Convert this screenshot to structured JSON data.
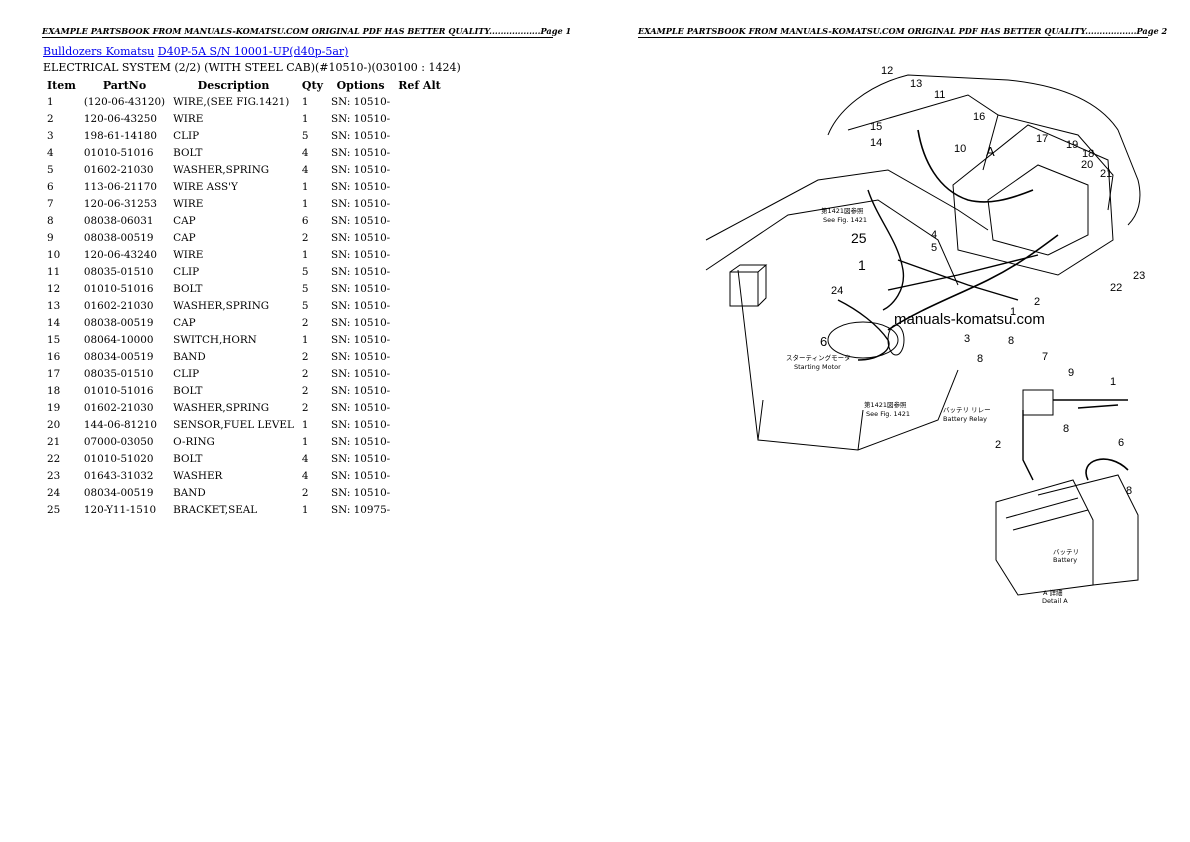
{
  "header": {
    "left": "EXAMPLE PARTSBOOK FROM MANUALS-KOMATSU.COM ORIGINAL PDF HAS BETTER QUALITY..................Page 1",
    "right": "EXAMPLE PARTSBOOK FROM MANUALS-KOMATSU.COM ORIGINAL PDF HAS BETTER QUALITY..................Page 2"
  },
  "breadcrumb": {
    "category": "Bulldozers Komatsu",
    "model": "D40P-5A S/N 10001-UP(d40p-5ar)"
  },
  "section_title": "ELECTRICAL SYSTEM (2/2) (WITH STEEL CAB)(#10510-)(030100 : 1424)",
  "table": {
    "headers": [
      "Item",
      "PartNo",
      "Description",
      "Qty",
      "Options",
      "Ref Alt"
    ],
    "rows": [
      [
        "1",
        "(120-06-43120)",
        "WIRE,(SEE FIG.1421)",
        "1",
        "SN: 10510-",
        ""
      ],
      [
        "2",
        "120-06-43250",
        "WIRE",
        "1",
        "SN: 10510-",
        ""
      ],
      [
        "3",
        "198-61-14180",
        "CLIP",
        "5",
        "SN: 10510-",
        ""
      ],
      [
        "4",
        "01010-51016",
        "BOLT",
        "4",
        "SN: 10510-",
        ""
      ],
      [
        "5",
        "01602-21030",
        "WASHER,SPRING",
        "4",
        "SN: 10510-",
        ""
      ],
      [
        "6",
        "113-06-21170",
        "WIRE ASS'Y",
        "1",
        "SN: 10510-",
        ""
      ],
      [
        "7",
        "120-06-31253",
        "WIRE",
        "1",
        "SN: 10510-",
        ""
      ],
      [
        "8",
        "08038-06031",
        "CAP",
        "6",
        "SN: 10510-",
        ""
      ],
      [
        "9",
        "08038-00519",
        "CAP",
        "2",
        "SN: 10510-",
        ""
      ],
      [
        "10",
        "120-06-43240",
        "WIRE",
        "1",
        "SN: 10510-",
        ""
      ],
      [
        "11",
        "08035-01510",
        "CLIP",
        "5",
        "SN: 10510-",
        ""
      ],
      [
        "12",
        "01010-51016",
        "BOLT",
        "5",
        "SN: 10510-",
        ""
      ],
      [
        "13",
        "01602-21030",
        "WASHER,SPRING",
        "5",
        "SN: 10510-",
        ""
      ],
      [
        "14",
        "08038-00519",
        "CAP",
        "2",
        "SN: 10510-",
        ""
      ],
      [
        "15",
        "08064-10000",
        "SWITCH,HORN",
        "1",
        "SN: 10510-",
        ""
      ],
      [
        "16",
        "08034-00519",
        "BAND",
        "2",
        "SN: 10510-",
        ""
      ],
      [
        "17",
        "08035-01510",
        "CLIP",
        "2",
        "SN: 10510-",
        ""
      ],
      [
        "18",
        "01010-51016",
        "BOLT",
        "2",
        "SN: 10510-",
        ""
      ],
      [
        "19",
        "01602-21030",
        "WASHER,SPRING",
        "2",
        "SN: 10510-",
        ""
      ],
      [
        "20",
        "144-06-81210",
        "SENSOR,FUEL LEVEL",
        "1",
        "SN: 10510-",
        ""
      ],
      [
        "21",
        "07000-03050",
        "O-RING",
        "1",
        "SN: 10510-",
        ""
      ],
      [
        "22",
        "01010-51020",
        "BOLT",
        "4",
        "SN: 10510-",
        ""
      ],
      [
        "23",
        "01643-31032",
        "WASHER",
        "4",
        "SN: 10510-",
        ""
      ],
      [
        "24",
        "08034-00519",
        "BAND",
        "2",
        "SN: 10510-",
        ""
      ],
      [
        "25",
        "120-Y11-1510",
        "BRACKET,SEAL",
        "1",
        "SN: 10975-",
        ""
      ]
    ]
  },
  "diagram": {
    "watermark": "manuals-komatsu.com",
    "callouts": [
      "1",
      "2",
      "3",
      "4",
      "5",
      "6",
      "7",
      "8",
      "9",
      "10",
      "11",
      "12",
      "13",
      "14",
      "15",
      "16",
      "17",
      "18",
      "19",
      "20",
      "21",
      "22",
      "23",
      "24",
      "25"
    ],
    "detail_letter": "A",
    "labels": {
      "see_fig_1": "第1421図参照",
      "see_fig_1_en": "See Fig. 1421",
      "see_fig_2": "第1421図参照",
      "see_fig_2_en": "See Fig. 1421",
      "starting_motor_jp": "スターティングモータ",
      "starting_motor": "Starting Motor",
      "battery_relay_jp": "バッテリ リレー",
      "battery_relay": "Battery Relay",
      "battery_jp": "バッテリ",
      "battery": "Battery",
      "detail_jp": "A 詳細",
      "detail": "Detail A"
    }
  }
}
